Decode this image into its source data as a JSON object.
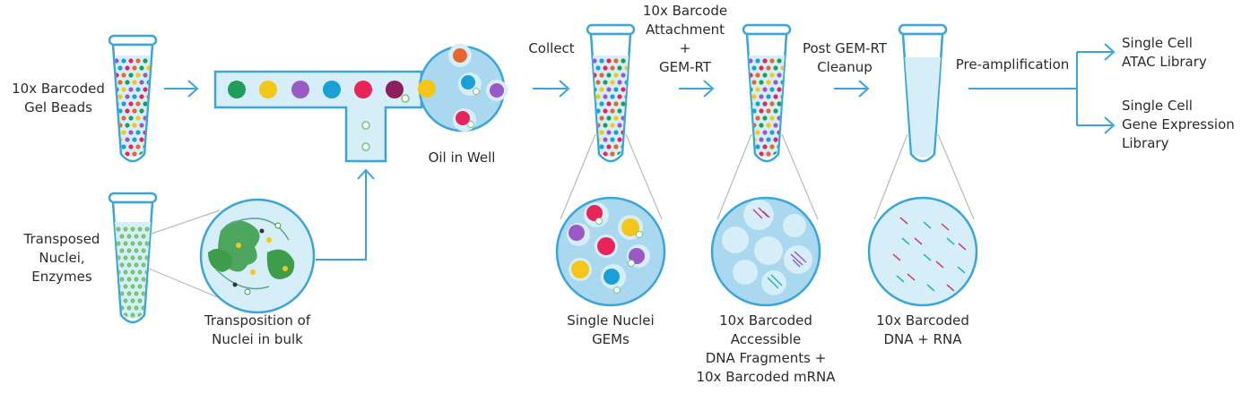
{
  "labels": {
    "gel_beads": [
      "10x Barcoded",
      "Gel Beads"
    ],
    "transposed": [
      "Transposed",
      "Nuclei,",
      "Enzymes"
    ],
    "transposition": [
      "Transposition of",
      "Nuclei in bulk"
    ],
    "oil_in_well": "Oil in Well",
    "collect": "Collect",
    "barcode_attachment": [
      "10x Barcode",
      "Attachment",
      "+",
      "GEM-RT"
    ],
    "post_gem": [
      "Post GEM-RT",
      "Cleanup"
    ],
    "preamp": "Pre-amplification",
    "atac_library": [
      "Single Cell",
      "ATAC Library"
    ],
    "gex_library": [
      "Single Cell",
      "Gene Expression",
      "Library"
    ],
    "single_nuclei_gems": [
      "Single Nuclei",
      "GEMs"
    ],
    "barcoded_fragments": [
      "10x Barcoded",
      "Accessible",
      "DNA Fragments +",
      "10x Barcoded mRNA"
    ],
    "barcoded_dna_rna": [
      "10x Barcoded",
      "DNA + RNA"
    ]
  },
  "colors": {
    "outline": "#3aa5d8",
    "light_blue": "#d6eef8",
    "mid_blue": "#a9d8ef",
    "green": "#1e9e5a",
    "yellow": "#f5c518",
    "purple": "#9b59c7",
    "blue": "#1a9fd9",
    "red": "#e8245a",
    "plum": "#8e1f5f",
    "orange": "#e6672e",
    "pale_green": "#7cc576"
  }
}
